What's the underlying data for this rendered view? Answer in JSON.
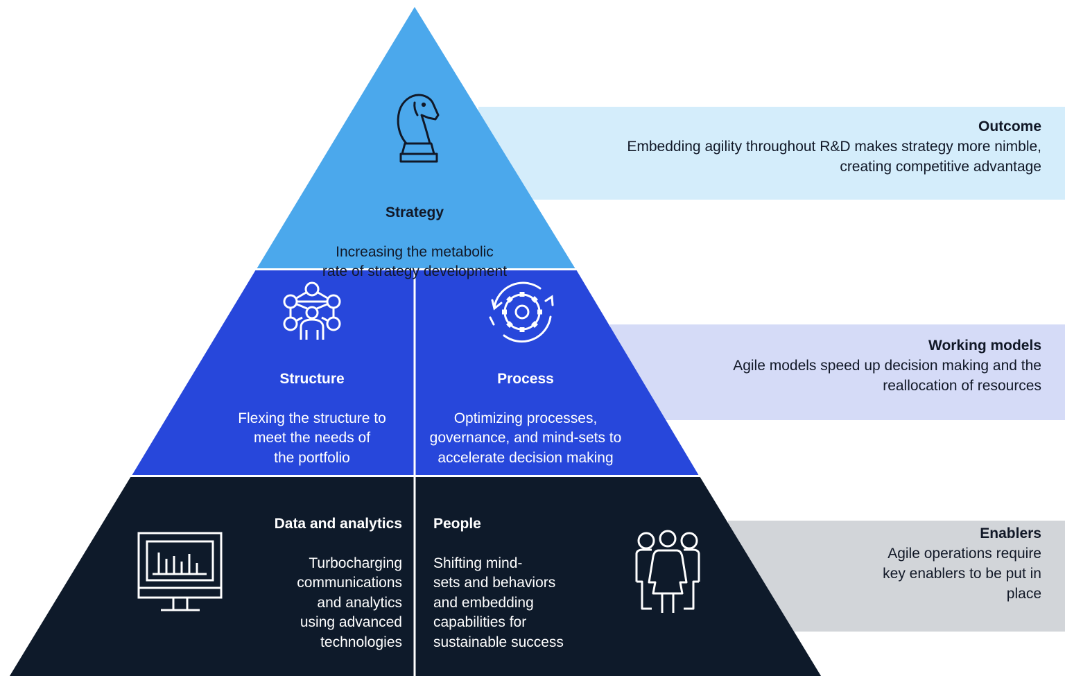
{
  "colors": {
    "strategy_tier": "#4BA8EC",
    "middle_tier": "#2747DB",
    "bottom_tier": "#0E1A2A",
    "outcome_panel": "#D4EDFB",
    "working_panel": "#D5DBF7",
    "enablers_panel": "#D2D5D9",
    "divider": "#ffffff"
  },
  "pyramid": {
    "strategy": {
      "icon": "chess-knight-icon",
      "title": "Strategy",
      "body": "Increasing the metabolic\nrate of strategy development"
    },
    "structure": {
      "icon": "network-nodes-person-icon",
      "title": "Structure",
      "body": "Flexing the structure to\nmeet the needs of\nthe portfolio"
    },
    "process": {
      "icon": "gear-cycle-icon",
      "title": "Process",
      "body": "Optimizing processes,\ngovernance, and mind-sets to\naccelerate decision making"
    },
    "data_analytics": {
      "icon": "monitor-chart-icon",
      "title": "Data and analytics",
      "body": "Turbocharging\ncommunications\nand analytics\nusing advanced\ntechnologies"
    },
    "people": {
      "icon": "people-group-icon",
      "title": "People",
      "body": "Shifting mind-\nsets and behaviors\nand embedding\ncapabilities for\nsustainable success"
    }
  },
  "panels": {
    "outcome": {
      "title": "Outcome",
      "text": "Embedding agility throughout R&D makes strategy more nimble,\ncreating competitive advantage"
    },
    "working_models": {
      "title": "Working models",
      "text": "Agile models speed up decision making and the\nreallocation of resources"
    },
    "enablers": {
      "title": "Enablers",
      "text": "Agile operations require\nkey enablers to be put in\nplace"
    }
  }
}
